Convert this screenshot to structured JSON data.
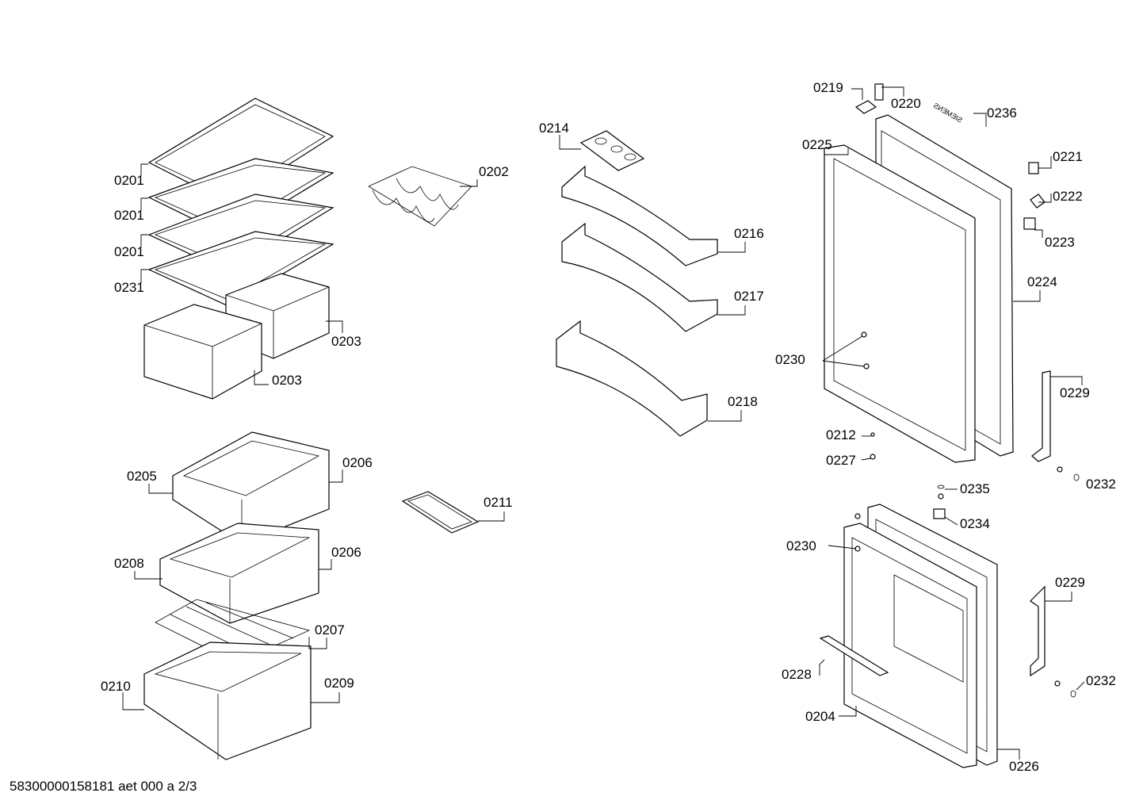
{
  "labels": {
    "l0201a": "0201",
    "l0201b": "0201",
    "l0201c": "0201",
    "l0231": "0231",
    "l0202": "0202",
    "l0203a": "0203",
    "l0203b": "0203",
    "l0214": "0214",
    "l0216": "0216",
    "l0217": "0217",
    "l0218": "0218",
    "l0205": "0205",
    "l0206a": "0206",
    "l0208": "0208",
    "l0206b": "0206",
    "l0207": "0207",
    "l0210": "0210",
    "l0209": "0209",
    "l0211": "0211",
    "l0219": "0219",
    "l0220": "0220",
    "l0236": "0236",
    "l0225": "0225",
    "l0221": "0221",
    "l0222": "0222",
    "l0223": "0223",
    "l0224": "0224",
    "l0230a": "0230",
    "l0229a": "0229",
    "l0212": "0212",
    "l0227": "0227",
    "l0232a": "0232",
    "l0235": "0235",
    "l0234": "0234",
    "l0230b": "0230",
    "l0229b": "0229",
    "l0228": "0228",
    "l0232b": "0232",
    "l0204": "0204",
    "l0226": "0226"
  },
  "brand_text": "SIEMENS",
  "footer": "58300000158181 aet 000 a 2/3"
}
